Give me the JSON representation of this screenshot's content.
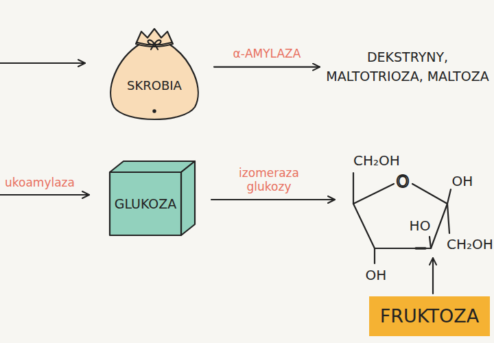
{
  "diagram": {
    "nodes": [
      {
        "text": [
          "SKROBIA"
        ]
      },
      {
        "text": [
          "DEKSTRYNY, MALTOTRIOZA, MALTOZA"
        ]
      },
      {
        "text": [
          "GLUKOZA"
        ]
      },
      {
        "text": [
          "FRUKTOZA"
        ]
      }
    ],
    "edges": [
      {
        "from": 0,
        "to": 1,
        "arrow": "to",
        "label": "α-AMYLAZA"
      }
    ],
    "labels": [
      "ukoamylaza",
      "izomeraza glukozy",
      "CH₂OH",
      "OH",
      "HO",
      "CH₂OH",
      "OH"
    ]
  }
}
